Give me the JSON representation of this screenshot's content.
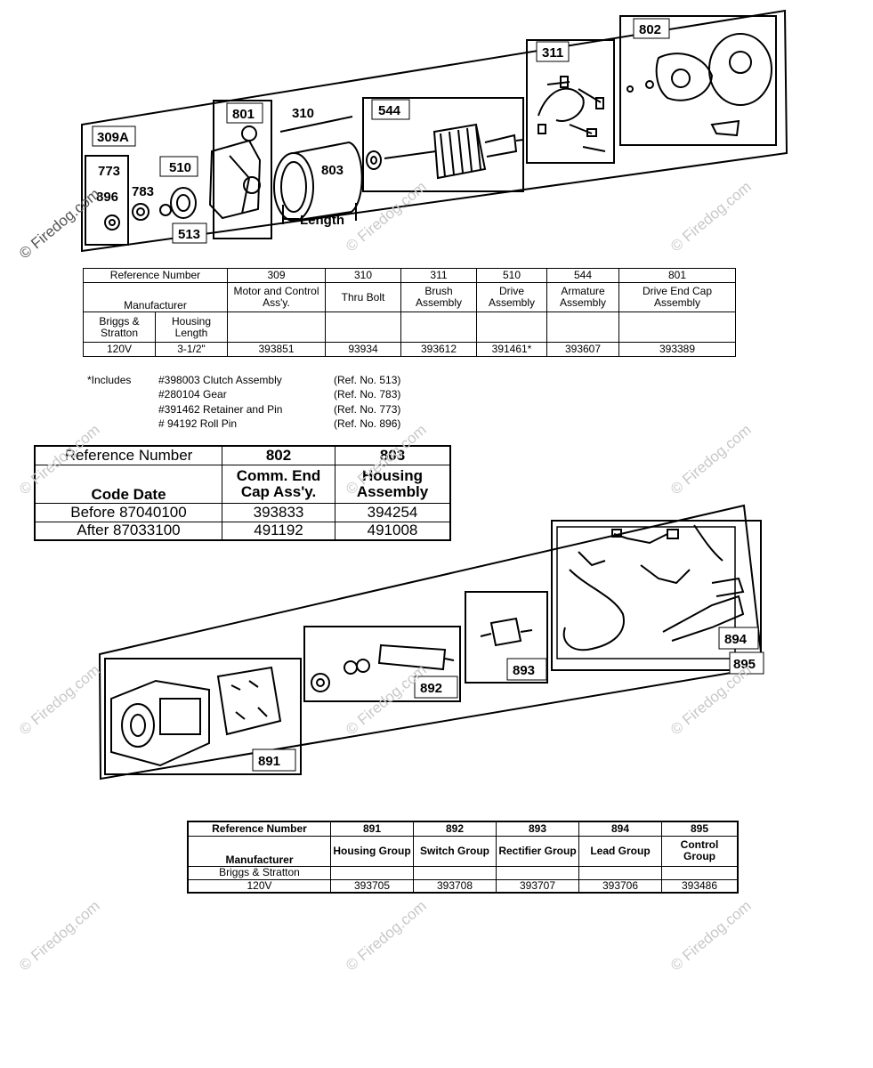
{
  "watermark": "© Firedog.com",
  "diagram1": {
    "labels": {
      "l309a": "309A",
      "l773": "773",
      "l896": "896",
      "l783": "783",
      "l510": "510",
      "l513": "513",
      "l801": "801",
      "l310": "310",
      "l803": "803",
      "l544": "544",
      "l311": "311",
      "l802": "802",
      "length": "Length"
    }
  },
  "table1": {
    "ref_label": "Reference Number",
    "manufacturer_label": "Manufacturer",
    "sub_col1": "Briggs & Stratton",
    "sub_col2": "Housing Length",
    "columns": [
      {
        "ref": "309",
        "name": "Motor and Control Ass'y.",
        "part": "393851"
      },
      {
        "ref": "310",
        "name": "Thru Bolt",
        "part": "93934"
      },
      {
        "ref": "311",
        "name": "Brush Assembly",
        "part": "393612"
      },
      {
        "ref": "510",
        "name": "Drive Assembly",
        "part": "391461*"
      },
      {
        "ref": "544",
        "name": "Armature Assembly",
        "part": "393607"
      },
      {
        "ref": "801",
        "name": "Drive End Cap Assembly",
        "part": "393389"
      }
    ],
    "voltage": "120V",
    "length": "3-1/2\""
  },
  "includes": {
    "label": "*Includes",
    "items": [
      {
        "part": "#398003 Clutch Assembly",
        "ref": "(Ref. No. 513)"
      },
      {
        "part": "#280104 Gear",
        "ref": "(Ref. No. 783)"
      },
      {
        "part": "#391462 Retainer and Pin",
        "ref": "(Ref. No. 773)"
      },
      {
        "part": "# 94192 Roll Pin",
        "ref": "(Ref. No. 896)"
      }
    ]
  },
  "table2": {
    "ref_label": "Reference Number",
    "code_label": "Code Date",
    "columns": [
      {
        "ref": "802",
        "name": "Comm. End Cap Ass'y."
      },
      {
        "ref": "803",
        "name": "Housing Assembly"
      }
    ],
    "rows": [
      {
        "date": "Before 87040100",
        "v1": "393833",
        "v2": "394254"
      },
      {
        "date": "After  87033100",
        "v1": "491192",
        "v2": "491008"
      }
    ]
  },
  "diagram2": {
    "labels": {
      "l891": "891",
      "l892": "892",
      "l893": "893",
      "l894": "894",
      "l895": "895"
    }
  },
  "table3": {
    "ref_label": "Reference Number",
    "manufacturer_label": "Manufacturer",
    "sub_label": "Briggs & Stratton",
    "voltage": "120V",
    "columns": [
      {
        "ref": "891",
        "name": "Housing Group",
        "part": "393705"
      },
      {
        "ref": "892",
        "name": "Switch Group",
        "part": "393708"
      },
      {
        "ref": "893",
        "name": "Rectifier Group",
        "part": "393707"
      },
      {
        "ref": "894",
        "name": "Lead Group",
        "part": "393706"
      },
      {
        "ref": "895",
        "name": "Control Group",
        "part": "393486"
      }
    ]
  }
}
